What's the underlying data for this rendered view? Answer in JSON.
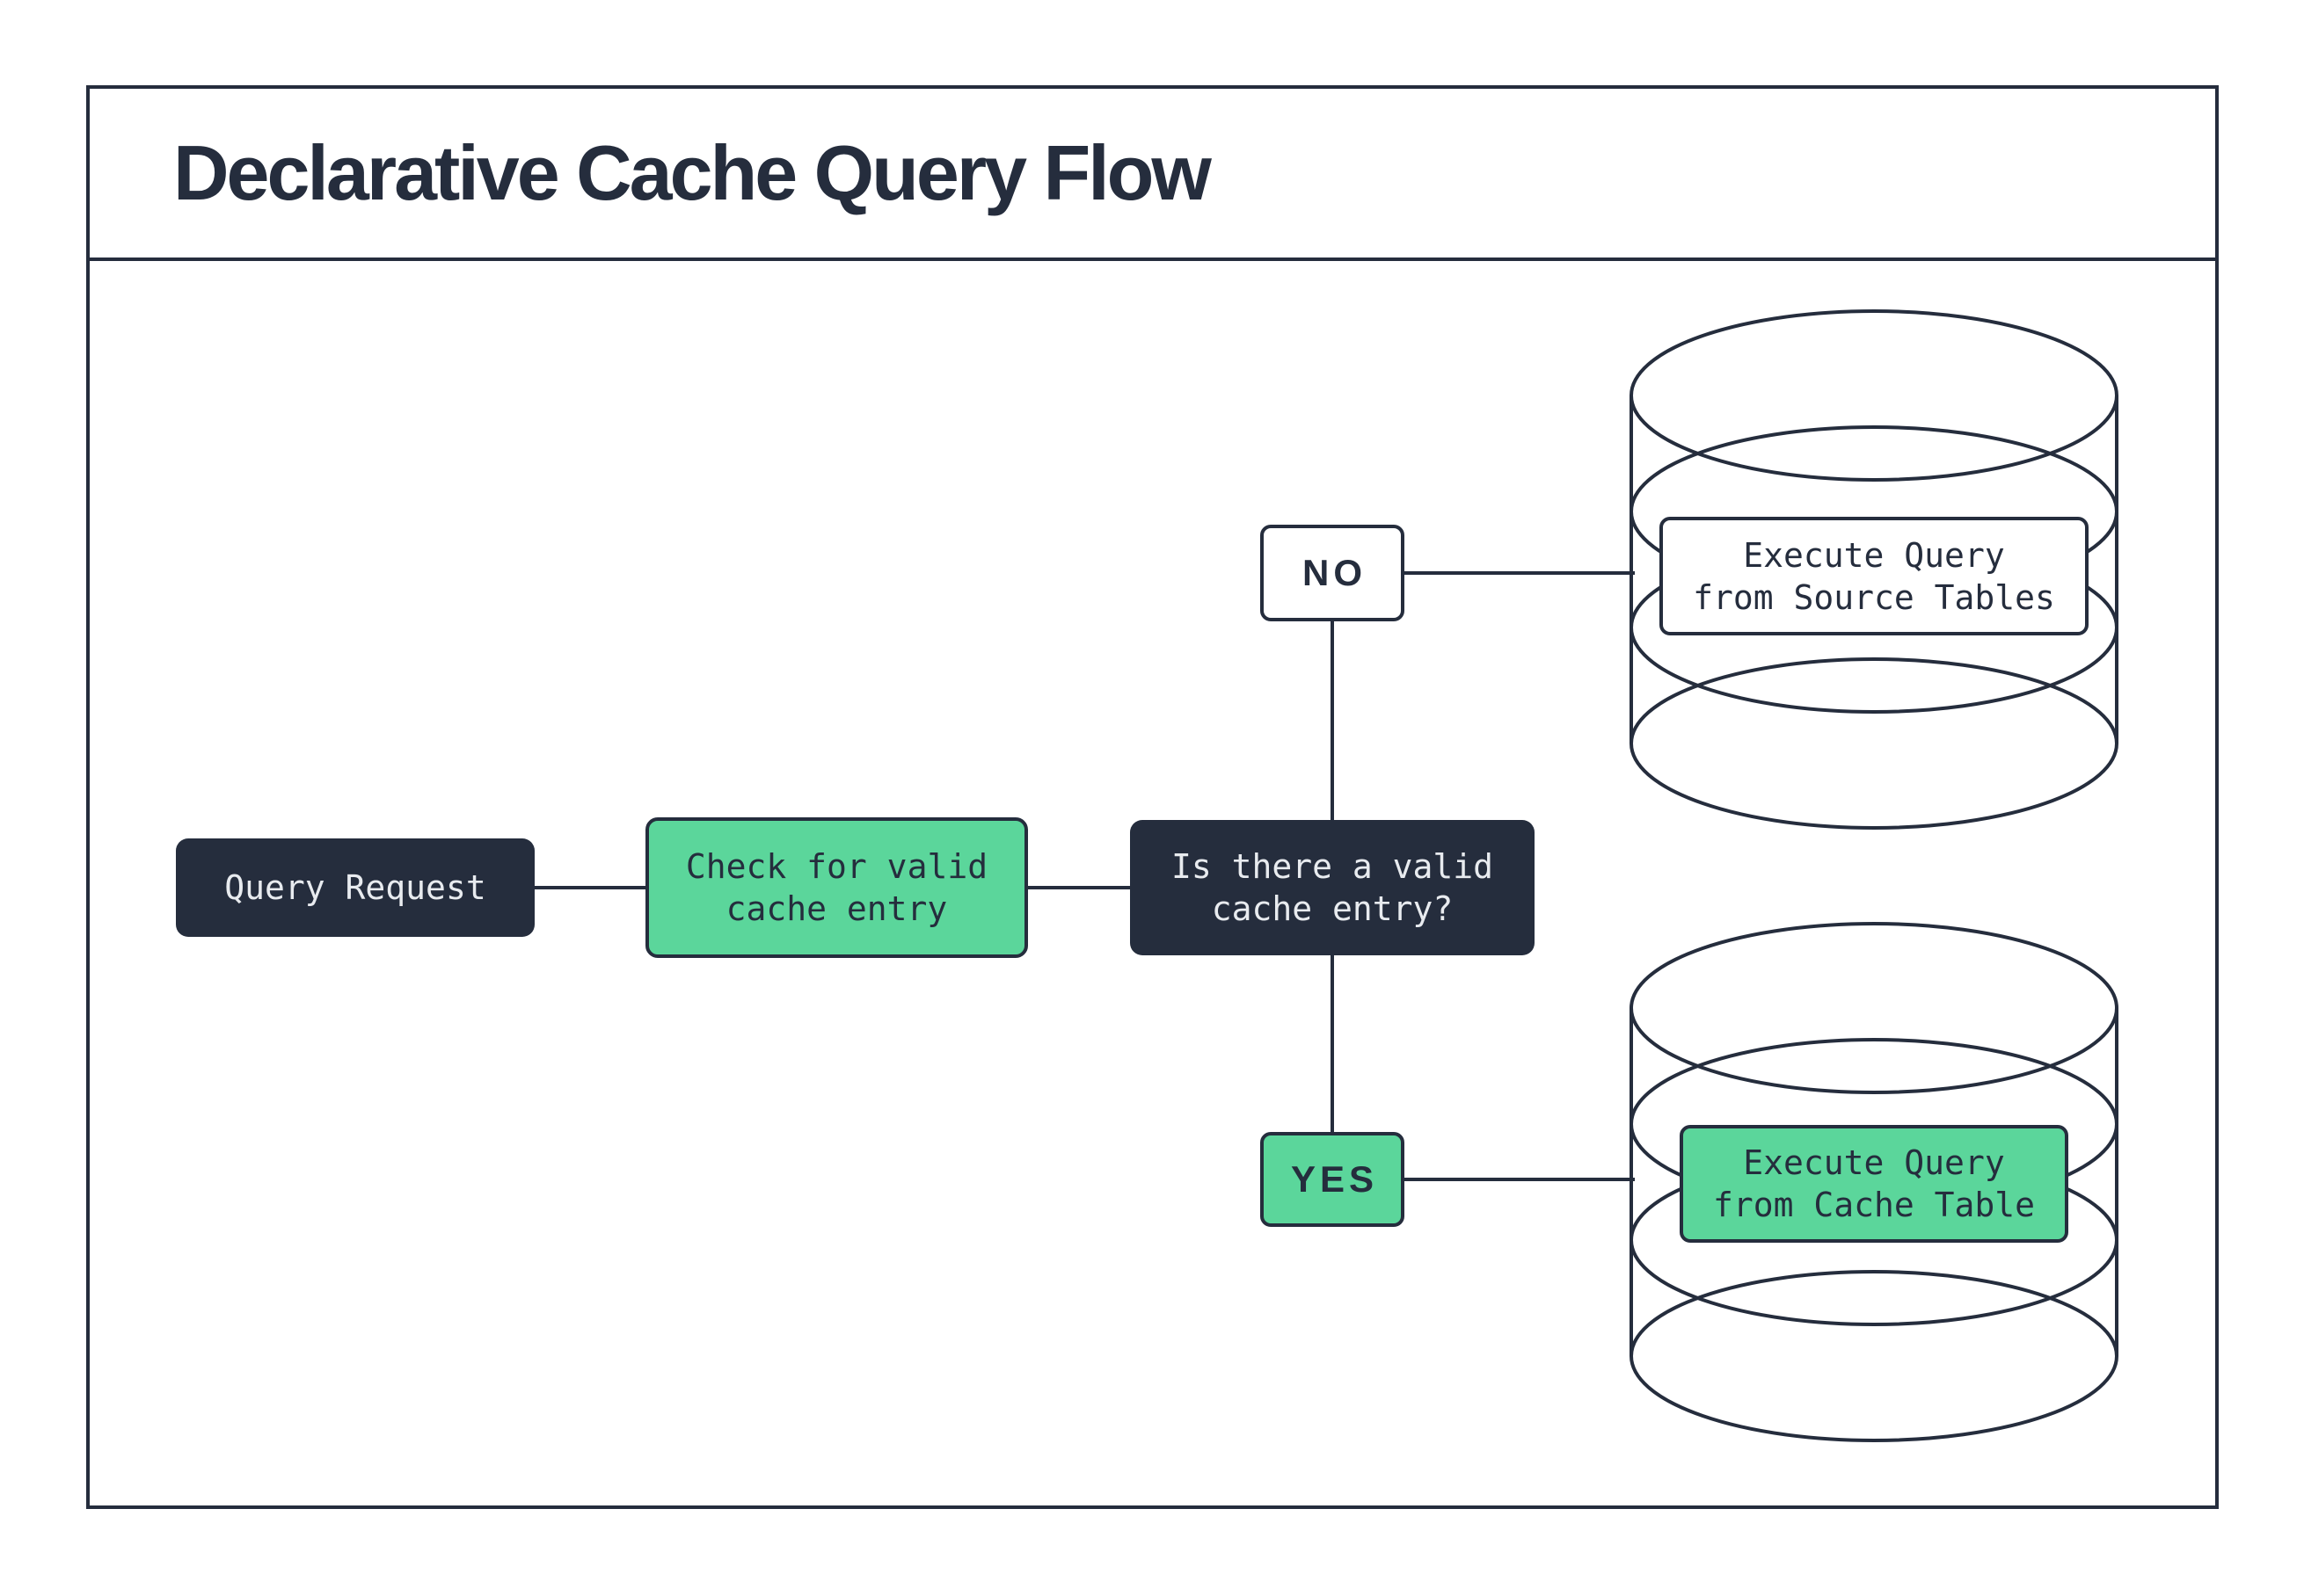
{
  "title": "Declarative Cache Query Flow",
  "colors": {
    "ink": "#252d3d",
    "green": "#5bd69b",
    "light": "#e8ebef",
    "bg": "#ffffff"
  },
  "flow": {
    "query_request": {
      "label": "Query Request"
    },
    "check_cache": {
      "line1": "Check for valid",
      "line2": "cache entry"
    },
    "decision": {
      "line1": "Is there a valid",
      "line2": "cache entry?"
    },
    "branch_no": {
      "label": "NO"
    },
    "branch_yes": {
      "label": "YES"
    },
    "source_db": {
      "line1": "Execute Query",
      "line2": "from Source Tables"
    },
    "cache_db": {
      "line1": "Execute Query",
      "line2": "from Cache Table"
    }
  }
}
